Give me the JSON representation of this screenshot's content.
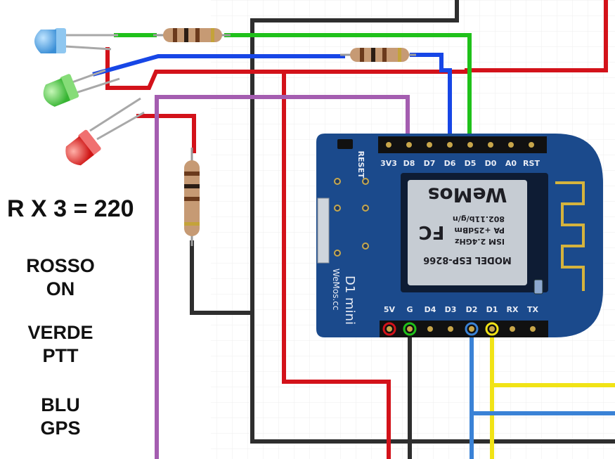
{
  "labels": {
    "formula": "R X 3 = 220",
    "red_line1": "ROSSO",
    "red_line2": "ON",
    "green_line1": "VERDE",
    "green_line2": "PTT",
    "blue_line1": "BLU",
    "blue_line2": "GPS"
  },
  "board": {
    "name": "D1 mini",
    "brand": "WeMos.cc",
    "reset_label": "RESET",
    "top_pins": [
      "3V3",
      "D8",
      "D7",
      "D6",
      "D5",
      "D0",
      "A0",
      "RST"
    ],
    "bottom_pins": [
      "5V",
      "G",
      "D4",
      "D3",
      "D2",
      "D1",
      "RX",
      "TX"
    ],
    "chip_lines": [
      "MODEL ESP-8266",
      "ISM 2.4GHz",
      "PA +25dBm",
      "802.11b/g/n"
    ],
    "chip_marks": [
      "FC",
      "WeMos"
    ]
  },
  "colors": {
    "wire_red": "#d3121a",
    "wire_green": "#1fc11a",
    "wire_blue": "#1746e6",
    "wire_purple": "#a45db0",
    "wire_black": "#2e2e2e",
    "wire_yellow": "#f1e316",
    "wire_lightblue": "#3a82d6",
    "board_blue": "#1b4a8c",
    "led_blue": "#4aa4e6",
    "led_green": "#4bd048",
    "led_red": "#e42626",
    "resistor_body": "#c69a74"
  }
}
